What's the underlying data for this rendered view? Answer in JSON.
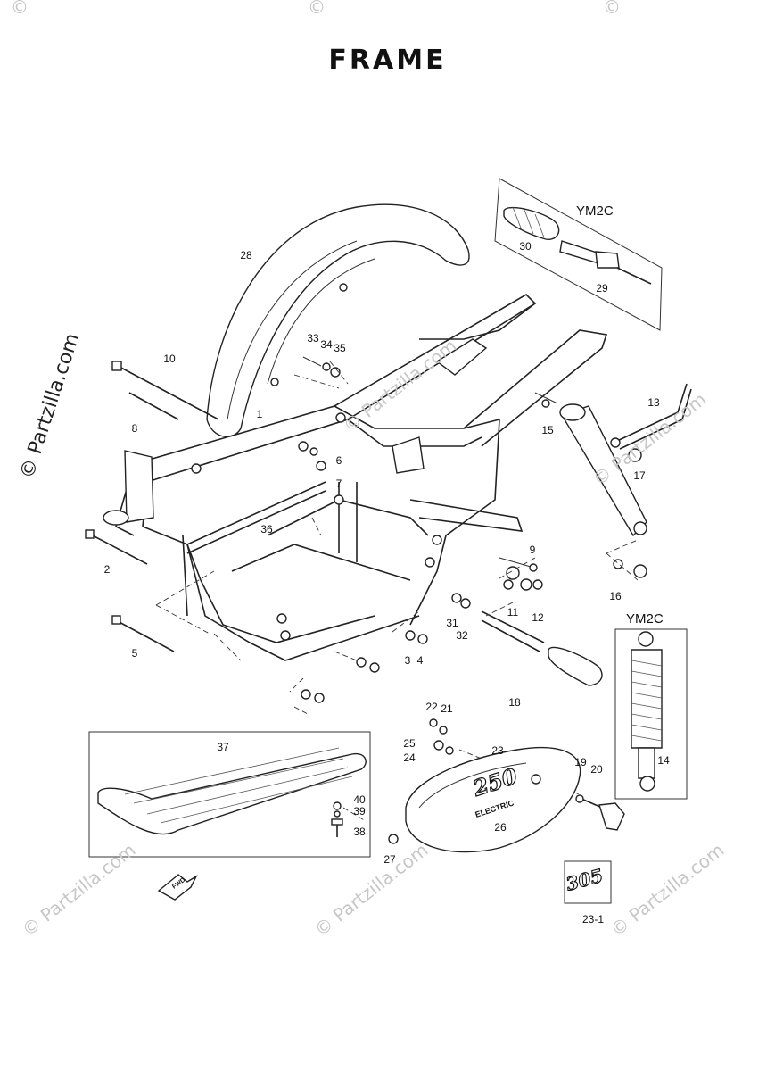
{
  "title": "FRAME",
  "watermarks": {
    "main": "© Partzilla.com",
    "faint": "© Partzilla.com",
    "corner": "©"
  },
  "variant_labels": {
    "grip_box": "YM2C",
    "shock_box": "YM2C"
  },
  "emblem": {
    "decal_number": "250",
    "decal_text": "ELECTRIC",
    "badge_number": "305",
    "fwd_label": "FWD"
  },
  "callouts": [
    "1",
    "2",
    "3",
    "4",
    "5",
    "6",
    "7",
    "8",
    "9",
    "10",
    "11",
    "12",
    "13",
    "14",
    "15",
    "16",
    "17",
    "18",
    "19",
    "20",
    "21",
    "22",
    "23",
    "24",
    "25",
    "26",
    "27",
    "28",
    "29",
    "30",
    "31",
    "32",
    "33",
    "34",
    "35",
    "36",
    "37",
    "38",
    "39",
    "40",
    "23-1"
  ]
}
